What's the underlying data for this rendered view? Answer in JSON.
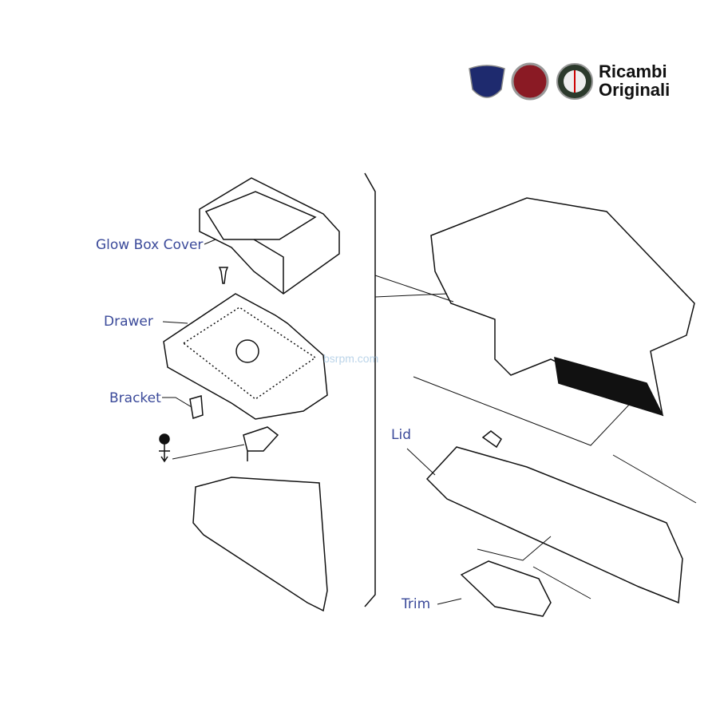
{
  "brand": {
    "tagline_line1": "Ricambi",
    "tagline_line2": "Originali",
    "logos": [
      "LANCIA",
      "FIAT",
      "ALFA ROMEO"
    ]
  },
  "watermark": "bsrpm.com",
  "labels": {
    "glow_box_cover": "Glow Box Cover",
    "drawer": "Drawer",
    "bracket": "Bracket",
    "lid": "Lid",
    "trim": "Trim"
  },
  "colors": {
    "label": "#3b4a9a",
    "line": "#111111"
  }
}
